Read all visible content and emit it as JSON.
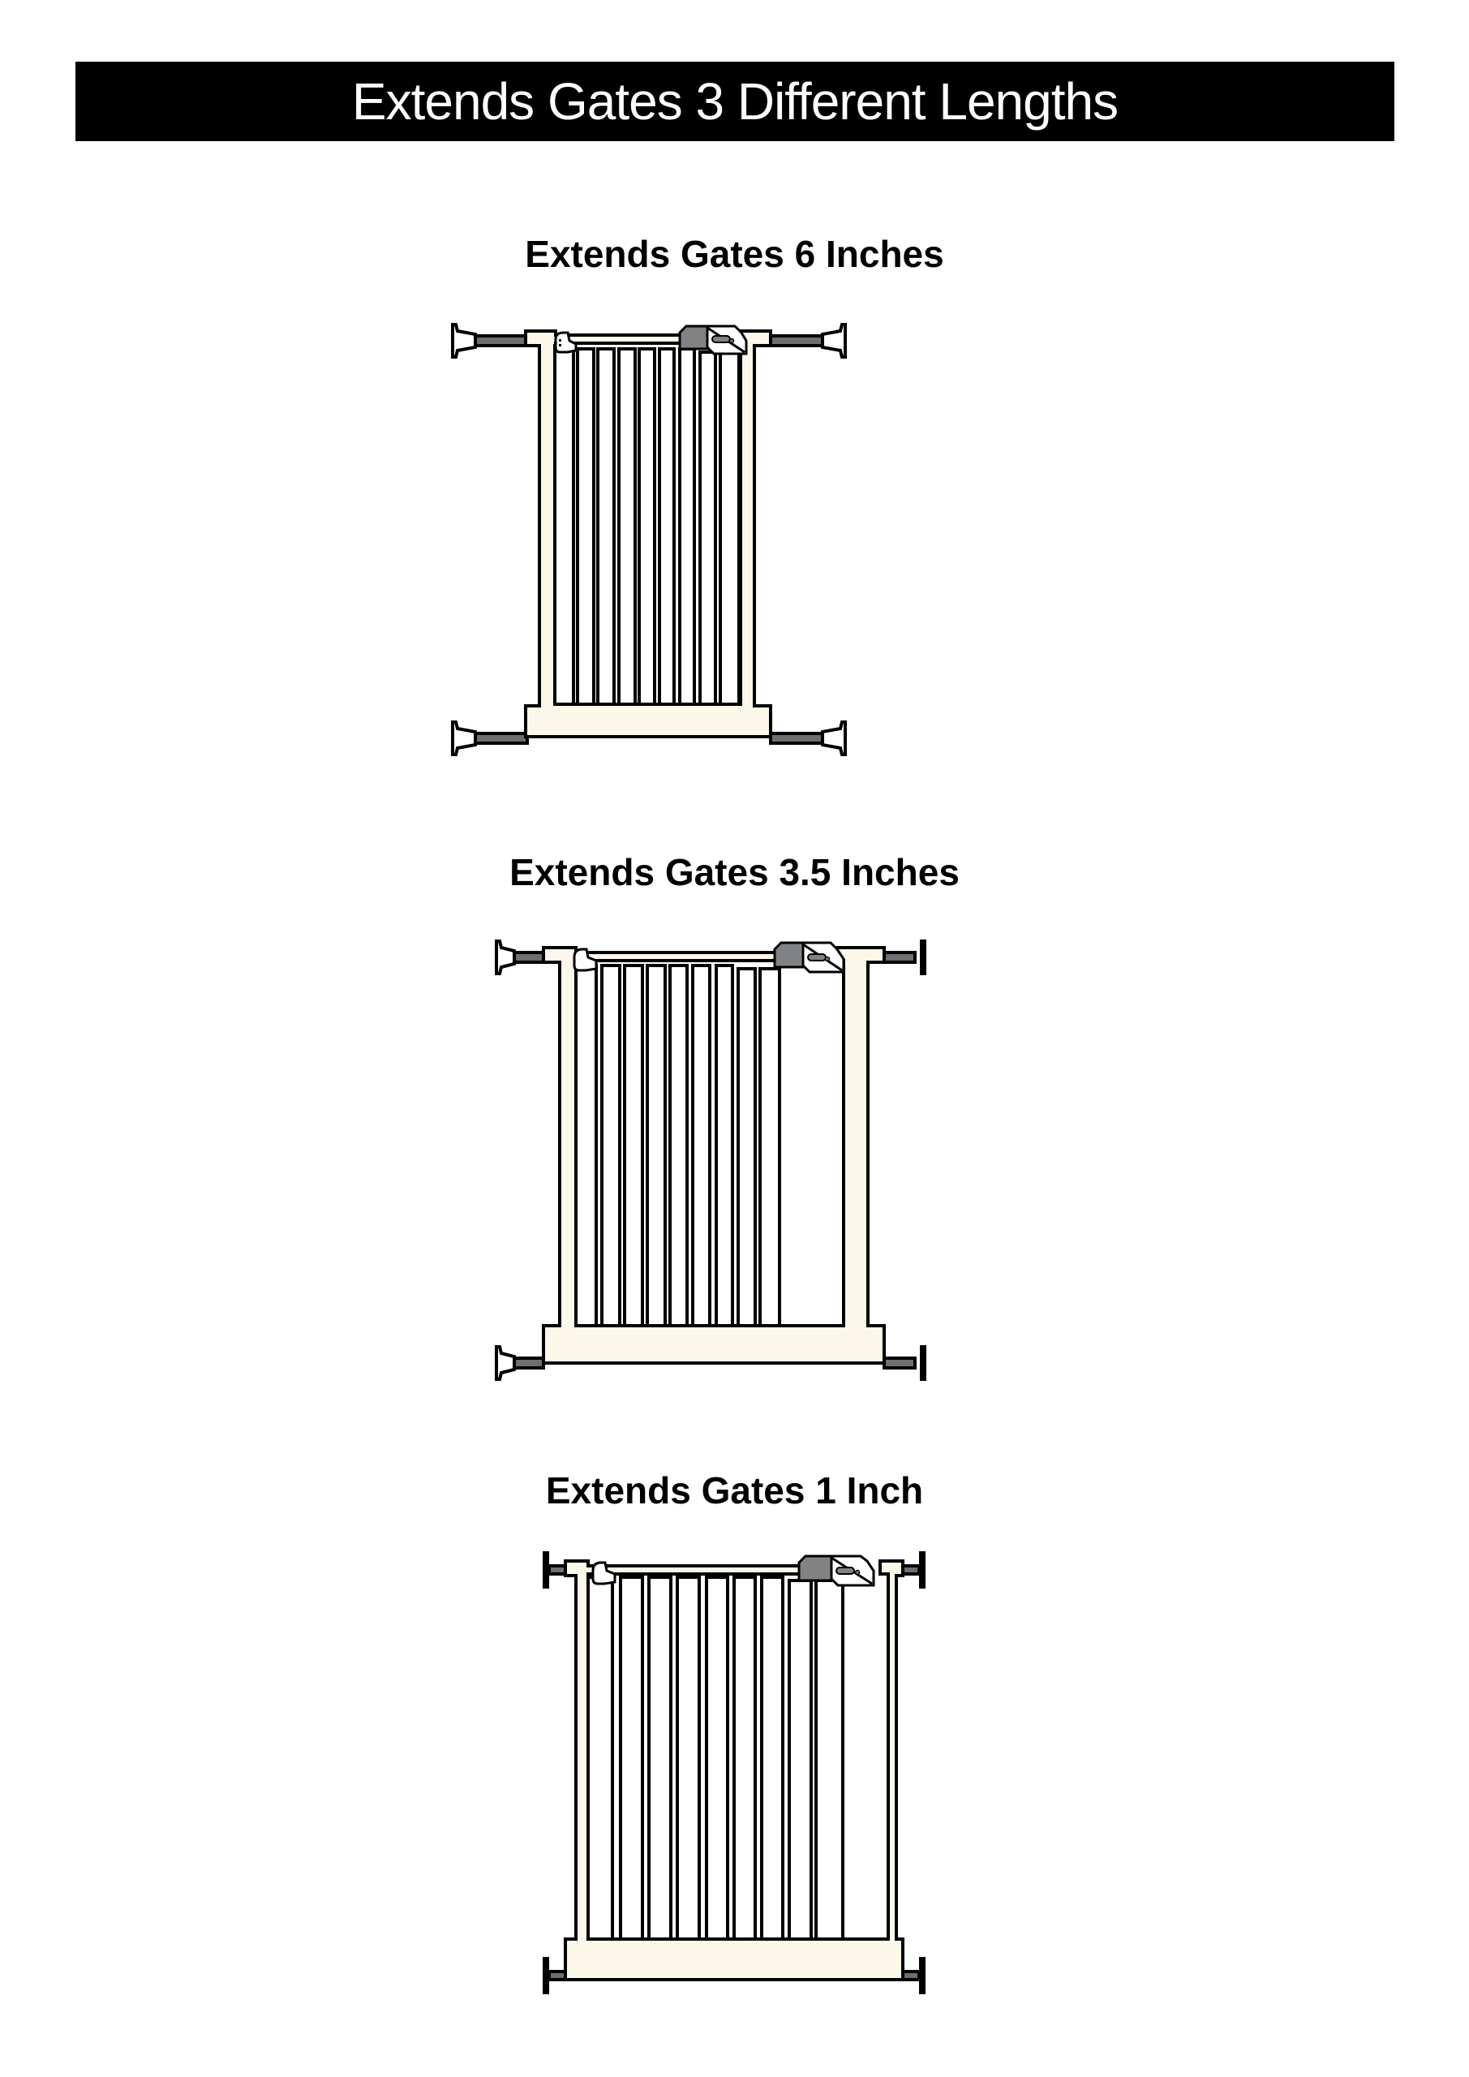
{
  "header": {
    "title": "Extends Gates 3 Different Lengths"
  },
  "sections": [
    {
      "heading": "Extends Gates 6 Inches",
      "extension": "6 Inches",
      "rod_style": "long"
    },
    {
      "heading": "Extends Gates 3.5 Inches",
      "extension": "3.5 Inches",
      "rod_style": "medium"
    },
    {
      "heading": "Extends Gates 1 Inch",
      "extension": "1 Inch",
      "rod_style": "short"
    }
  ],
  "colors": {
    "banner_bg": "#000000",
    "banner_text": "#ffffff",
    "frame_fill": "#fbf8ea",
    "outline": "#000000",
    "rod": "#6d6e70",
    "latch_gray": "#808284"
  }
}
